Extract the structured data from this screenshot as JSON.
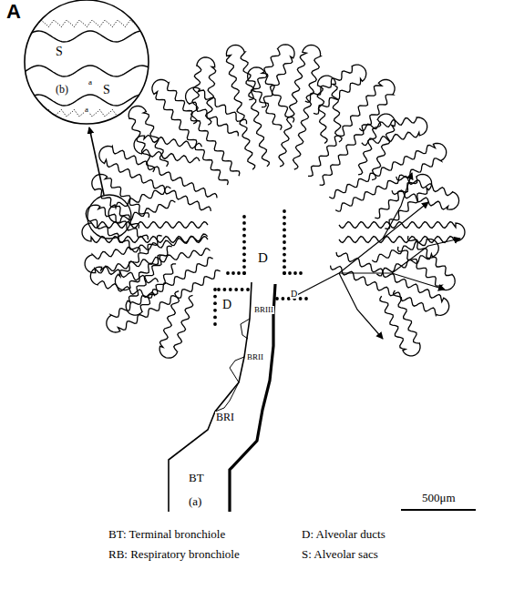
{
  "diagram": {
    "labels": [
      "A",
      "(b)",
      "S",
      "S",
      "a",
      "a",
      "D",
      "D",
      "D",
      "BRIII",
      "BRII",
      "BRI",
      "BT",
      "(a)",
      "500μm",
      "BT: Terminal bronchiole",
      "D: Alveolar ducts",
      "RB: Respiratory bronchiole",
      "S: Alveolar sacs"
    ]
  }
}
